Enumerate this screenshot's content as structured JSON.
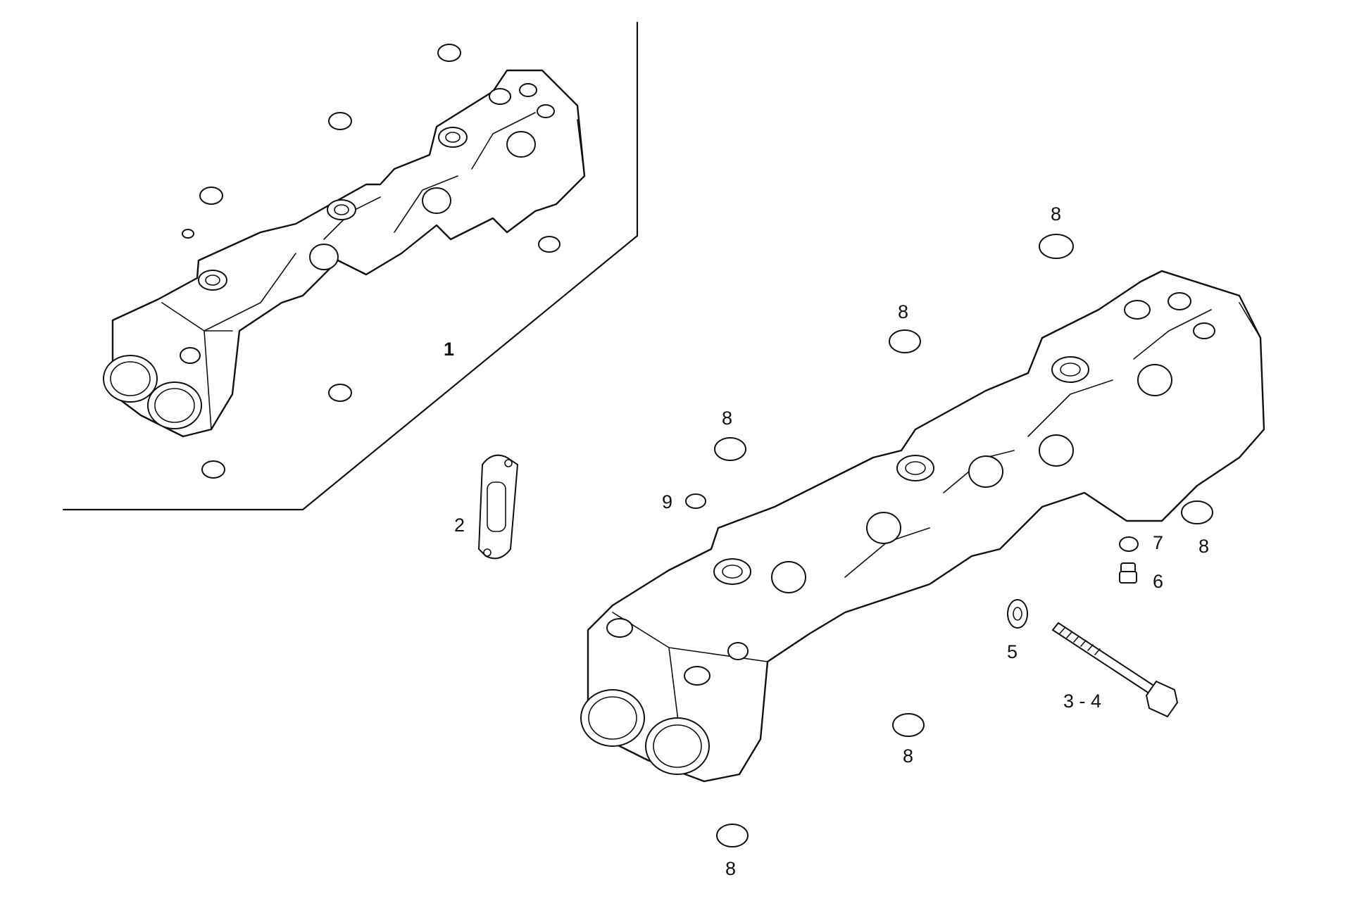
{
  "labels": {
    "assembly": "1",
    "gasket": "2",
    "bolt": "3 - 4",
    "washer": "5",
    "plug_screw": "6",
    "seal_ring_7": "7",
    "seal_ring_9": "9",
    "cap_plug": "8"
  }
}
